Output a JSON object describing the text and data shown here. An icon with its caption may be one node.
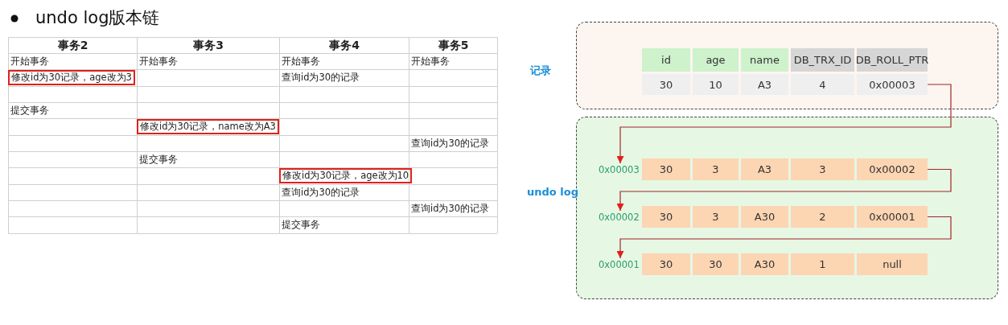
{
  "diagram": {
    "title": "undo log版本链",
    "nodes": [
      {
        "text": [
          "记录"
        ]
      },
      {
        "text": [
          "0x00003"
        ],
        "in": 0
      },
      {
        "text": [
          "undo log"
        ]
      },
      {
        "text": [
          "0x00003"
        ],
        "in": 2
      },
      {
        "text": [
          "0x00002"
        ],
        "in": 2
      },
      {
        "text": [
          "0x00002"
        ],
        "in": 2
      },
      {
        "text": [
          "0x00001"
        ],
        "in": 2
      },
      {
        "text": [
          "0x00001"
        ],
        "in": 2
      }
    ],
    "edges": [
      {
        "from": 1,
        "to": 3,
        "arrow": "to"
      },
      {
        "from": 4,
        "to": 5,
        "arrow": "to"
      },
      {
        "from": 6,
        "to": 7,
        "arrow": "to"
      }
    ],
    "labels": [
      "事务2",
      "事务3",
      "事务4",
      "事务5",
      "开始事务",
      "开始事务",
      "开始事务",
      "开始事务",
      "修改id为30记录，age改为3",
      "查询id为30的记录",
      "提交事务",
      "修改id为30记录，name改为A3",
      "查询id为30的记录",
      "提交事务",
      "修改id为30记录，age改为10",
      "查询id为30的记录",
      "查询id为30的记录",
      "提交事务",
      "id",
      "age",
      "name",
      "DB_TRX_ID",
      "DB_ROLL_PTR",
      "30",
      "10",
      "A3",
      "4",
      "30",
      "3",
      "A3",
      "3",
      "30",
      "3",
      "A30",
      "2",
      "30",
      "30",
      "A30",
      "1",
      "null"
    ]
  }
}
